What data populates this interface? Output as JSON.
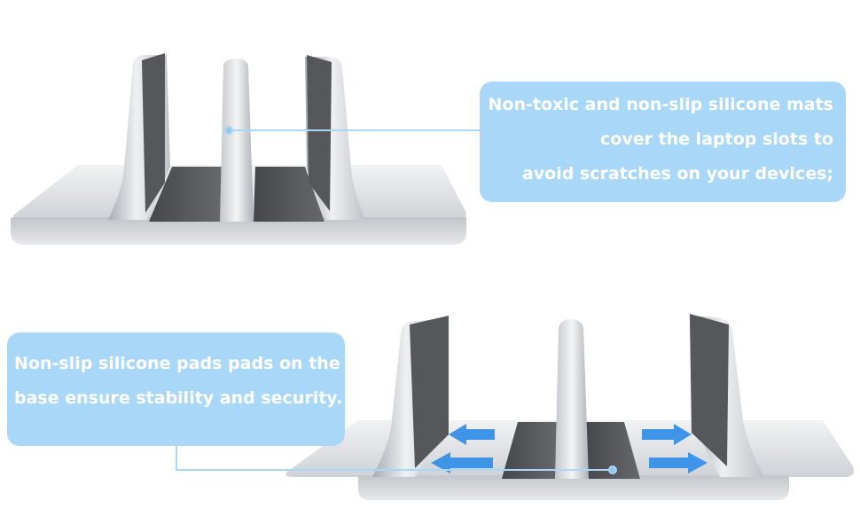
{
  "top_callout": {
    "lines": [
      "Non-toxic and non-slip silicone mats",
      "cover the laptop slots to",
      "avoid scratches on your devices;"
    ]
  },
  "bottom_callout": {
    "lines": [
      "Non-slip silicone pads pads on the",
      "base ensure stability and security."
    ]
  },
  "colors": {
    "callout_bg": "#a9d7f7",
    "callout_text": "#ffffff",
    "arrow": "#3e95e8",
    "silicone": "#56585c",
    "aluminum_light": "#e8eaec",
    "aluminum_mid": "#c9ccd0",
    "aluminum_dark": "#9a9ea3"
  },
  "icons": [
    "arrow-left-icon",
    "arrow-right-icon",
    "dot-marker-icon"
  ]
}
